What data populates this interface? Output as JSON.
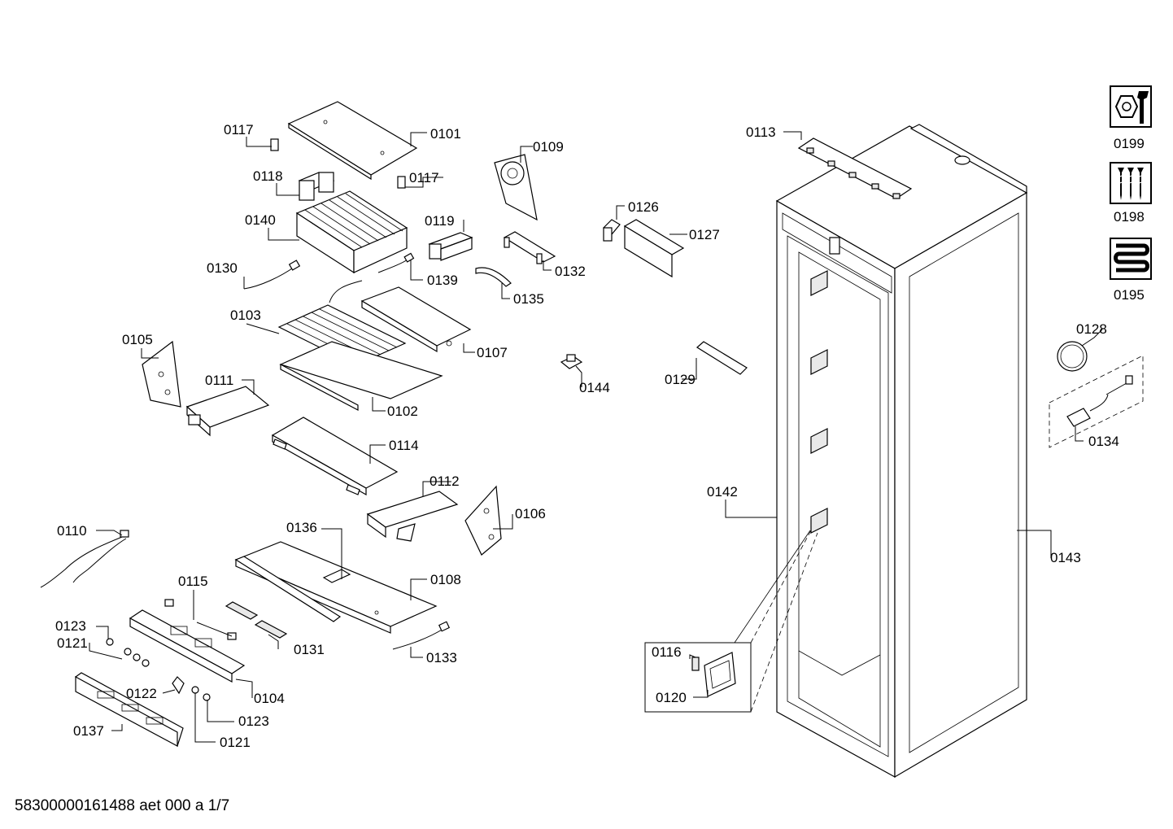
{
  "footer": "58300000161488 aet 000 a 1/7",
  "labels": {
    "p0101": "0101",
    "p0102": "0102",
    "p0103": "0103",
    "p0104": "0104",
    "p0105": "0105",
    "p0106": "0106",
    "p0107": "0107",
    "p0108": "0108",
    "p0109": "0109",
    "p0110": "0110",
    "p0111": "0111",
    "p0112": "0112",
    "p0113": "0113",
    "p0114": "0114",
    "p0115": "0115",
    "p0116": "0116",
    "p0117a": "0117",
    "p0117b": "0117",
    "p0118": "0118",
    "p0119": "0119",
    "p0120": "0120",
    "p0121a": "0121",
    "p0121b": "0121",
    "p0122": "0122",
    "p0123a": "0123",
    "p0123b": "0123",
    "p0126": "0126",
    "p0127": "0127",
    "p0128": "0128",
    "p0129": "0129",
    "p0130": "0130",
    "p0131": "0131",
    "p0132": "0132",
    "p0133": "0133",
    "p0134": "0134",
    "p0135": "0135",
    "p0136": "0136",
    "p0137": "0137",
    "p0139": "0139",
    "p0140": "0140",
    "p0142": "0142",
    "p0143": "0143",
    "p0144": "0144"
  },
  "sidebar": {
    "items": [
      {
        "code": "0199",
        "icon": "tool-kit-icon"
      },
      {
        "code": "0198",
        "icon": "screws-icon"
      },
      {
        "code": "0195",
        "icon": "heating-coil-icon"
      }
    ]
  }
}
